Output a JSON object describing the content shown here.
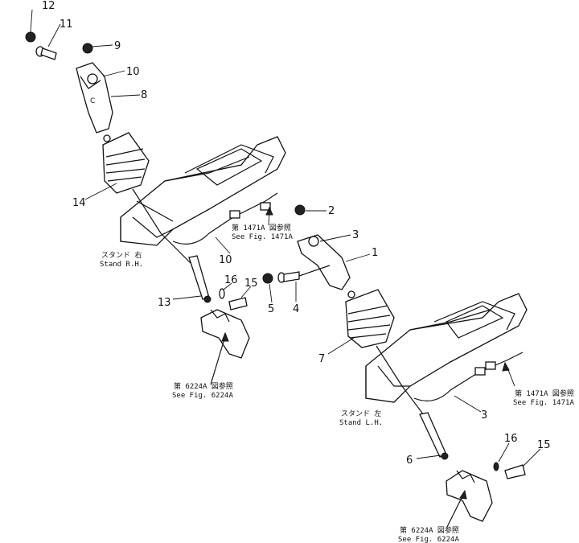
{
  "callouts": {
    "c1": "1",
    "c2": "2",
    "c3a": "3",
    "c3b": "3",
    "c4": "4",
    "c5": "5",
    "c6": "6",
    "c7": "7",
    "c8": "8",
    "c9": "9",
    "c10a": "10",
    "c10b": "10",
    "c11": "11",
    "c12": "12",
    "c13": "13",
    "c14": "14",
    "c15a": "15",
    "c15b": "15",
    "c16a": "16",
    "c16b": "16"
  },
  "notes": {
    "fig1471a_top_jp": "第 1471A 図参照",
    "fig1471a_top": "See Fig. 1471A",
    "stand_rh_jp": "スタンド 右",
    "stand_rh": "Stand R.H.",
    "fig6224a_left_jp": "第 6224A 図参照",
    "fig6224a_left": "See Fig. 6224A",
    "stand_lh_jp": "スタンド 左",
    "stand_lh": "Stand L.H.",
    "fig1471a_right_jp": "第 1471A 図参照",
    "fig1471a_right": "See Fig. 1471A",
    "fig6224a_bottom_jp": "第 6224A 図参照",
    "fig6224a_bottom": "See Fig. 6224A"
  }
}
